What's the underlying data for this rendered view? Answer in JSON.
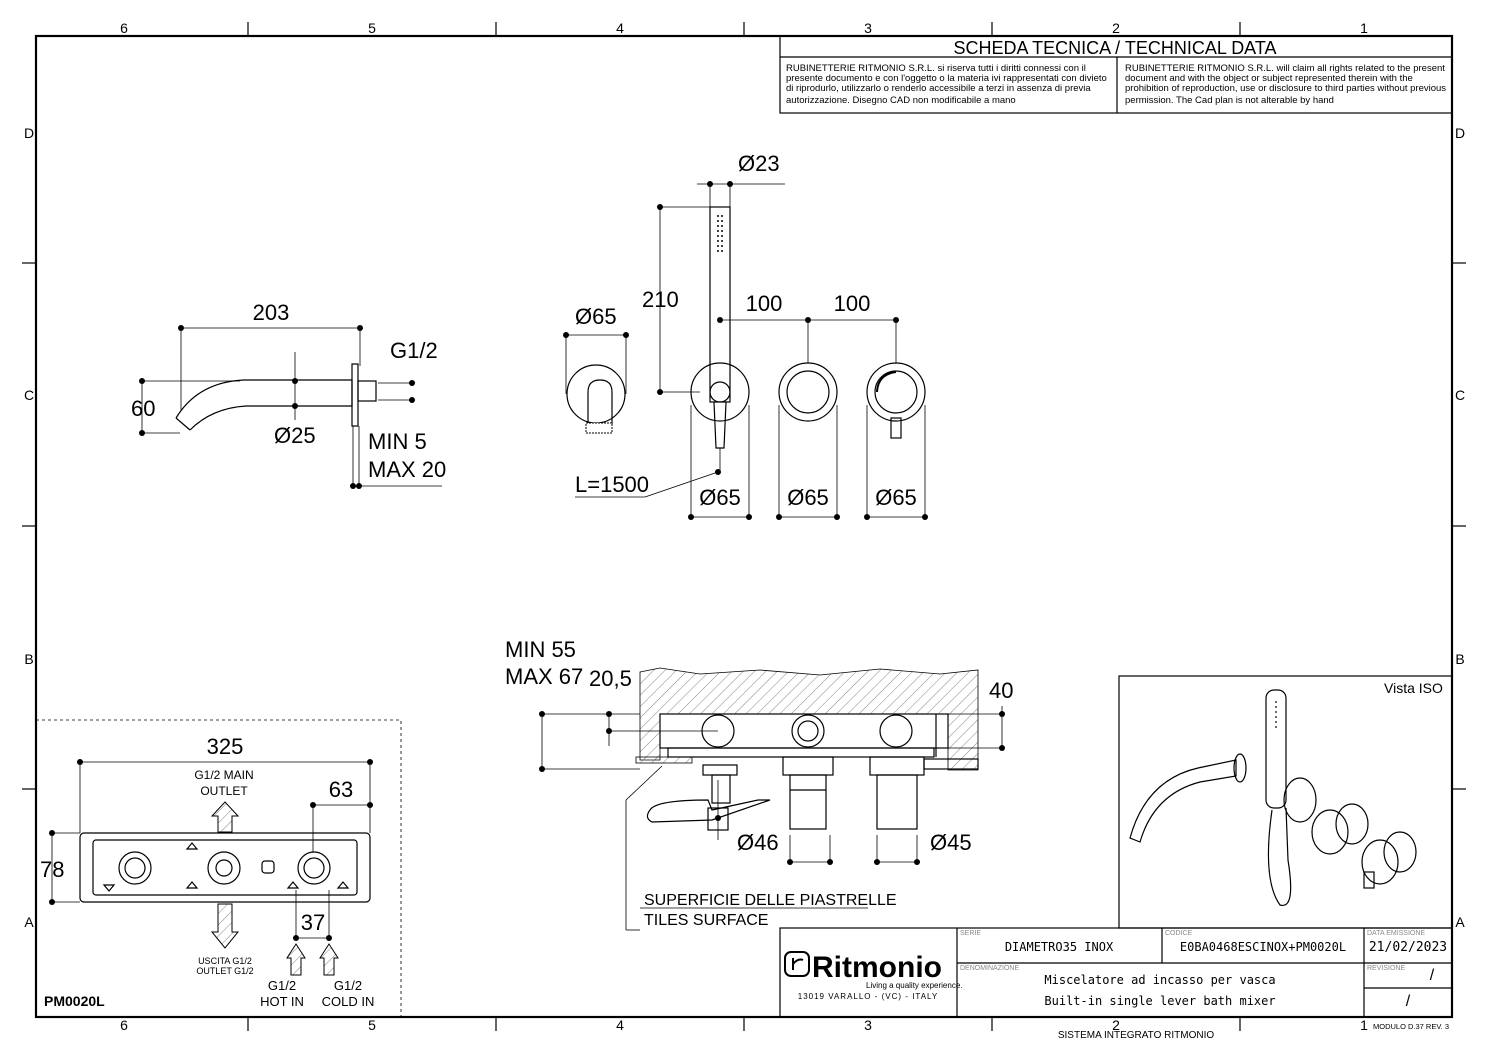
{
  "sheet": {
    "col_labels": [
      "6",
      "5",
      "4",
      "3",
      "2",
      "1"
    ],
    "row_labels": [
      "D",
      "C",
      "B",
      "A"
    ],
    "footer_note": "SISTEMA INTEGRATO RITMONIO",
    "module": "MODULO D.37 REV. 3"
  },
  "title_block": {
    "heading": "SCHEDA TECNICA / TECHNICAL DATA",
    "note_it": [
      "RUBINETTERIE RITMONIO S.R.L. si riserva tutti i diritti connessi con il",
      "presente documento e con l'oggetto o la materia ivi rappresentati con divieto",
      "di riprodurlo, utilizzarlo o renderlo accessibile a terzi in assenza di previa",
      "autorizzazione. Disegno CAD non modificabile a mano"
    ],
    "note_en": [
      "RUBINETTERIE RITMONIO S.R.L. will claim all rights related to the present",
      "document and with the object or subject represented therein with the",
      "prohibition  of reproduction, use or disclosure to third parties without previous",
      "permission.  The Cad plan is not alterable by hand"
    ]
  },
  "spout": {
    "dim_length": "203",
    "dim_height": "60",
    "dim_diameter": "Ø25",
    "thread": "G1/2",
    "min": "MIN 5",
    "max": "MAX 20"
  },
  "front": {
    "d_hand": "Ø23",
    "h_210": "210",
    "d_holder": "Ø65",
    "spacing1": "100",
    "spacing2": "100",
    "hose": "L=1500",
    "d1": "Ø65",
    "d2": "Ø65",
    "d3": "Ø65"
  },
  "section": {
    "min": "MIN 55",
    "max": "MAX 67",
    "dim_20": "20,5",
    "dim_40": "40",
    "dim_46": "Ø46",
    "dim_45": "Ø45",
    "surface_it": "SUPERFICIE DELLE PIASTRELLE",
    "surface_en": "TILES SURFACE"
  },
  "box": {
    "code": "PM0020L",
    "width": "325",
    "height": "78",
    "offset": "63",
    "spacing": "37",
    "main_outlet_1": "G1/2  MAIN",
    "main_outlet_2": "OUTLET",
    "uscita_1": "USCITA G1/2",
    "uscita_2": "OUTLET G1/2",
    "hot_1": "G1/2",
    "hot_2": "HOT IN",
    "cold_1": "G1/2",
    "cold_2": "COLD IN"
  },
  "iso": {
    "label": "Vista ISO"
  },
  "info": {
    "brand": "Ritmonio",
    "tagline": "Living a quality experience.",
    "address": "13019 VARALLO - (VC) - ITALY",
    "serie_label": "SERIE",
    "serie": "DIAMETRO35  INOX",
    "codice_label": "CODICE",
    "codice": "E0BA0468ESCINOX+PM0020L",
    "data_label": "DATA EMISSIONE",
    "data": "21/02/2023",
    "denom_label": "DENOMINAZIONE",
    "denom_it": "Miscelatore ad incasso per vasca",
    "denom_en": "Built-in single lever bath mixer",
    "rev_label": "REVISIONE",
    "rev1": "/",
    "rev2": "/"
  }
}
